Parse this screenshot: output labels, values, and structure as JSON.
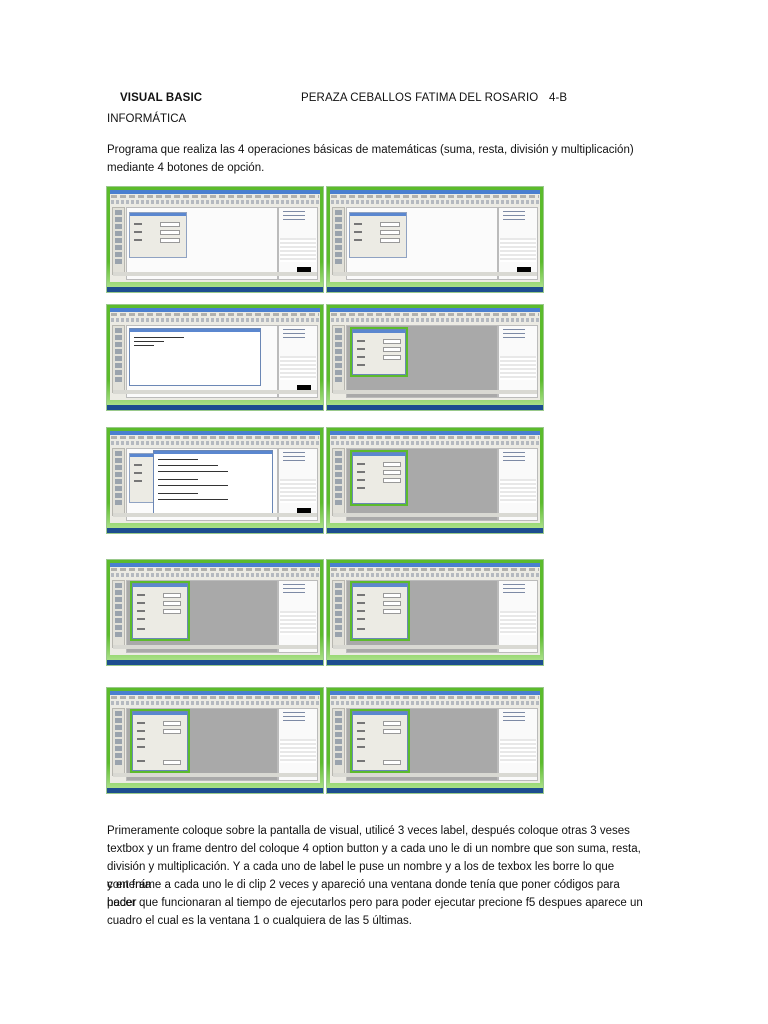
{
  "header": {
    "subject": "VISUAL BASIC",
    "student": "PERAZA CEBALLOS FATIMA DEL ROSARIO",
    "group": "4-B",
    "course": "INFORMÁTICA"
  },
  "intro": {
    "line1": "Programa que realiza las 4 operaciones básicas de matemáticas (suma, resta, división y multiplicación)",
    "line2": "mediante 4 botones de opción."
  },
  "screenshots": [
    {
      "name": "screenshot-1",
      "workspace": "white",
      "form": "small"
    },
    {
      "name": "screenshot-2",
      "workspace": "white",
      "form": "small"
    },
    {
      "name": "screenshot-3",
      "workspace": "white",
      "form": "code"
    },
    {
      "name": "screenshot-4",
      "workspace": "gray",
      "form": "green"
    },
    {
      "name": "screenshot-5",
      "workspace": "white",
      "form": "code2"
    },
    {
      "name": "screenshot-6",
      "workspace": "gray",
      "form": "green"
    },
    {
      "name": "screenshot-7",
      "workspace": "gray",
      "form": "green"
    },
    {
      "name": "screenshot-8",
      "workspace": "gray",
      "form": "green"
    },
    {
      "name": "screenshot-9",
      "workspace": "gray",
      "form": "green"
    },
    {
      "name": "screenshot-10",
      "workspace": "gray",
      "form": "green"
    }
  ],
  "body": {
    "p1": "Primeramente coloque sobre la pantalla de visual, utilicé 3 veces label, después coloque otras 3 veses",
    "p2": "textbox y un frame dentro del coloque 4 option button y a cada uno le di un nombre que son suma, resta,",
    "p3": "división y multiplicación. Y a cada uno de label le puse un nombre y a los de texbox les borre lo que contenía",
    "p4": "y en frame a cada uno le di clip 2 veces y apareció una ventana donde tenía que poner códigos  para poder",
    "p5": "hacer que funcionaran al tiempo de ejecutarlos pero para poder ejecutar  precione f5 despues aparece un",
    "p6": "cuadro el cual es la ventana 1 o cualquiera de las 5 últimas."
  }
}
